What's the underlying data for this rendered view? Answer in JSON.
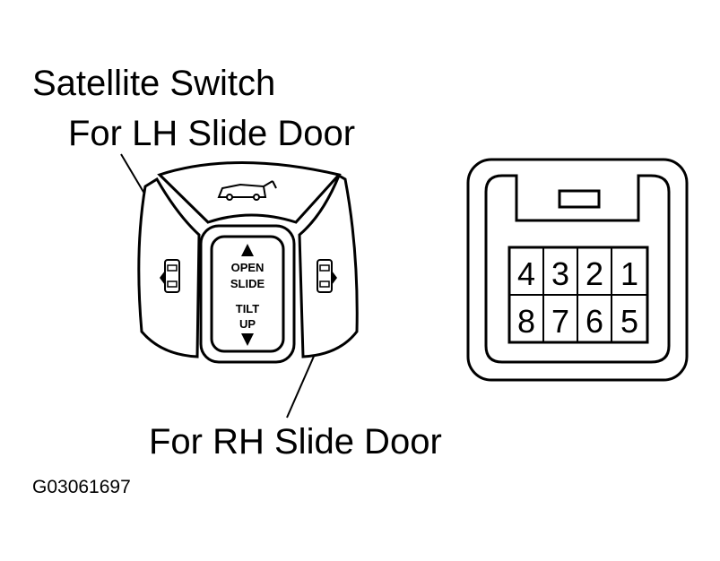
{
  "title": "Satellite Switch",
  "lh_label": "For LH Slide Door",
  "rh_label": "For RH Slide Door",
  "figure_id": "G03061697",
  "switch": {
    "center_button": {
      "line1": "OPEN",
      "line2": "SLIDE",
      "line3": "TILT",
      "line4": "UP"
    },
    "icons": [
      "tailgate-vehicle-icon",
      "lh-slide-door-icon",
      "rh-slide-door-icon",
      "up-arrow-icon",
      "down-arrow-icon"
    ]
  },
  "connector": {
    "pins_top": [
      "4",
      "3",
      "2",
      "1"
    ],
    "pins_bottom": [
      "8",
      "7",
      "6",
      "5"
    ]
  },
  "colors": {
    "line": "#000000",
    "background": "#ffffff"
  }
}
